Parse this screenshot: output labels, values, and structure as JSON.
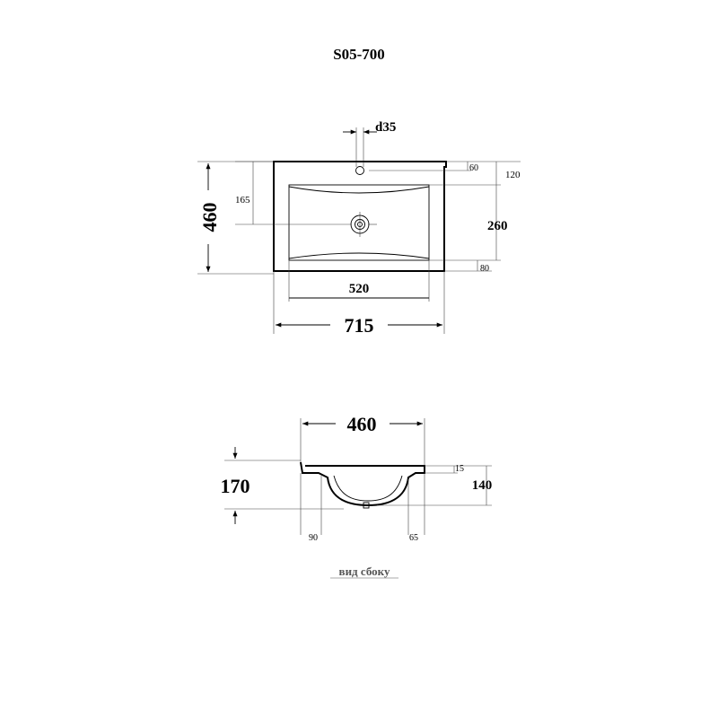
{
  "title": "S05-700",
  "top_view": {
    "d35": "d35",
    "d60": "60",
    "d120": "120",
    "d165": "165",
    "d260": "260",
    "d80": "80",
    "d460": "460",
    "d520": "520",
    "d715": "715"
  },
  "side_view": {
    "d460": "460",
    "d170": "170",
    "d15": "15",
    "d140": "140",
    "d90": "90",
    "d65": "65",
    "caption": "вид сбоку"
  }
}
